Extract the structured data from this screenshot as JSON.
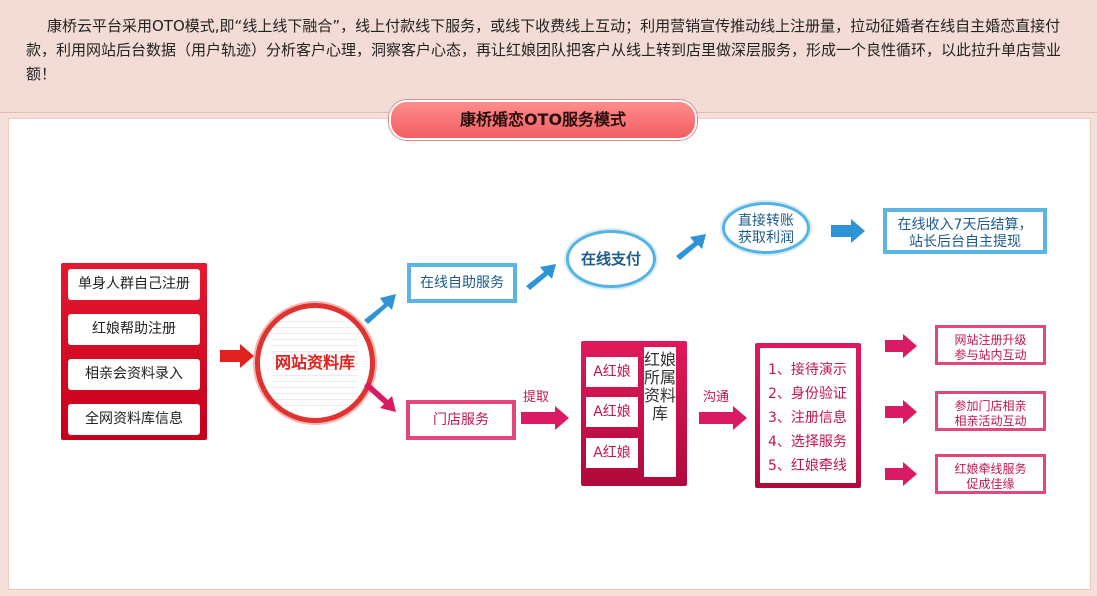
{
  "intro_text": "康桥云平台采用OTO模式,即“线上线下融合”，线上付款线下服务，或线下收费线上互动；利用营销宣传推动线上注册量，拉动征婚者在线自主婚恋直接付款，利用网站后台数据（用户轨迹）分析客户心理，洞察客户心态，再让红娘团队把客户从线上转到店里做深层服务，形成一个良性循环，以此拉升单店营业额！",
  "title": "康桥婚恋OTO服务模式",
  "registration": [
    "单身人群自己注册",
    "红娘帮助注册",
    "相亲会资料录入",
    "全网资料库信息"
  ],
  "database": "网站资料库",
  "online": {
    "self_service": "在线自助服务",
    "payment": "在线支付",
    "convert_line1": "直接转账",
    "convert_line2": "获取利润",
    "settle_line1": "在线收入7天后结算，",
    "settle_line2": "站长后台自主提现"
  },
  "offline": {
    "store_service": "门店服务",
    "extract_label": "提取",
    "matchmakers": [
      "A红娘",
      "A红娘",
      "A红娘"
    ],
    "matchmaker_db": "红娘所属资料库",
    "communicate_label": "沟通",
    "steps": [
      "1、接待演示",
      "2、身份验证",
      "3、注册信息",
      "4、选择服务",
      "5、红娘牵线"
    ],
    "outcomes": [
      {
        "line1": "网站注册升级",
        "line2": "参与站内互动"
      },
      {
        "line1": "参加门店相亲",
        "line2": "相亲活动互动"
      },
      {
        "line1": "红娘牵线服务",
        "line2": "促成佳缘"
      }
    ]
  },
  "colors": {
    "red": "#e0211e",
    "blue": "#1d5b8e",
    "pink": "#c2174e"
  }
}
